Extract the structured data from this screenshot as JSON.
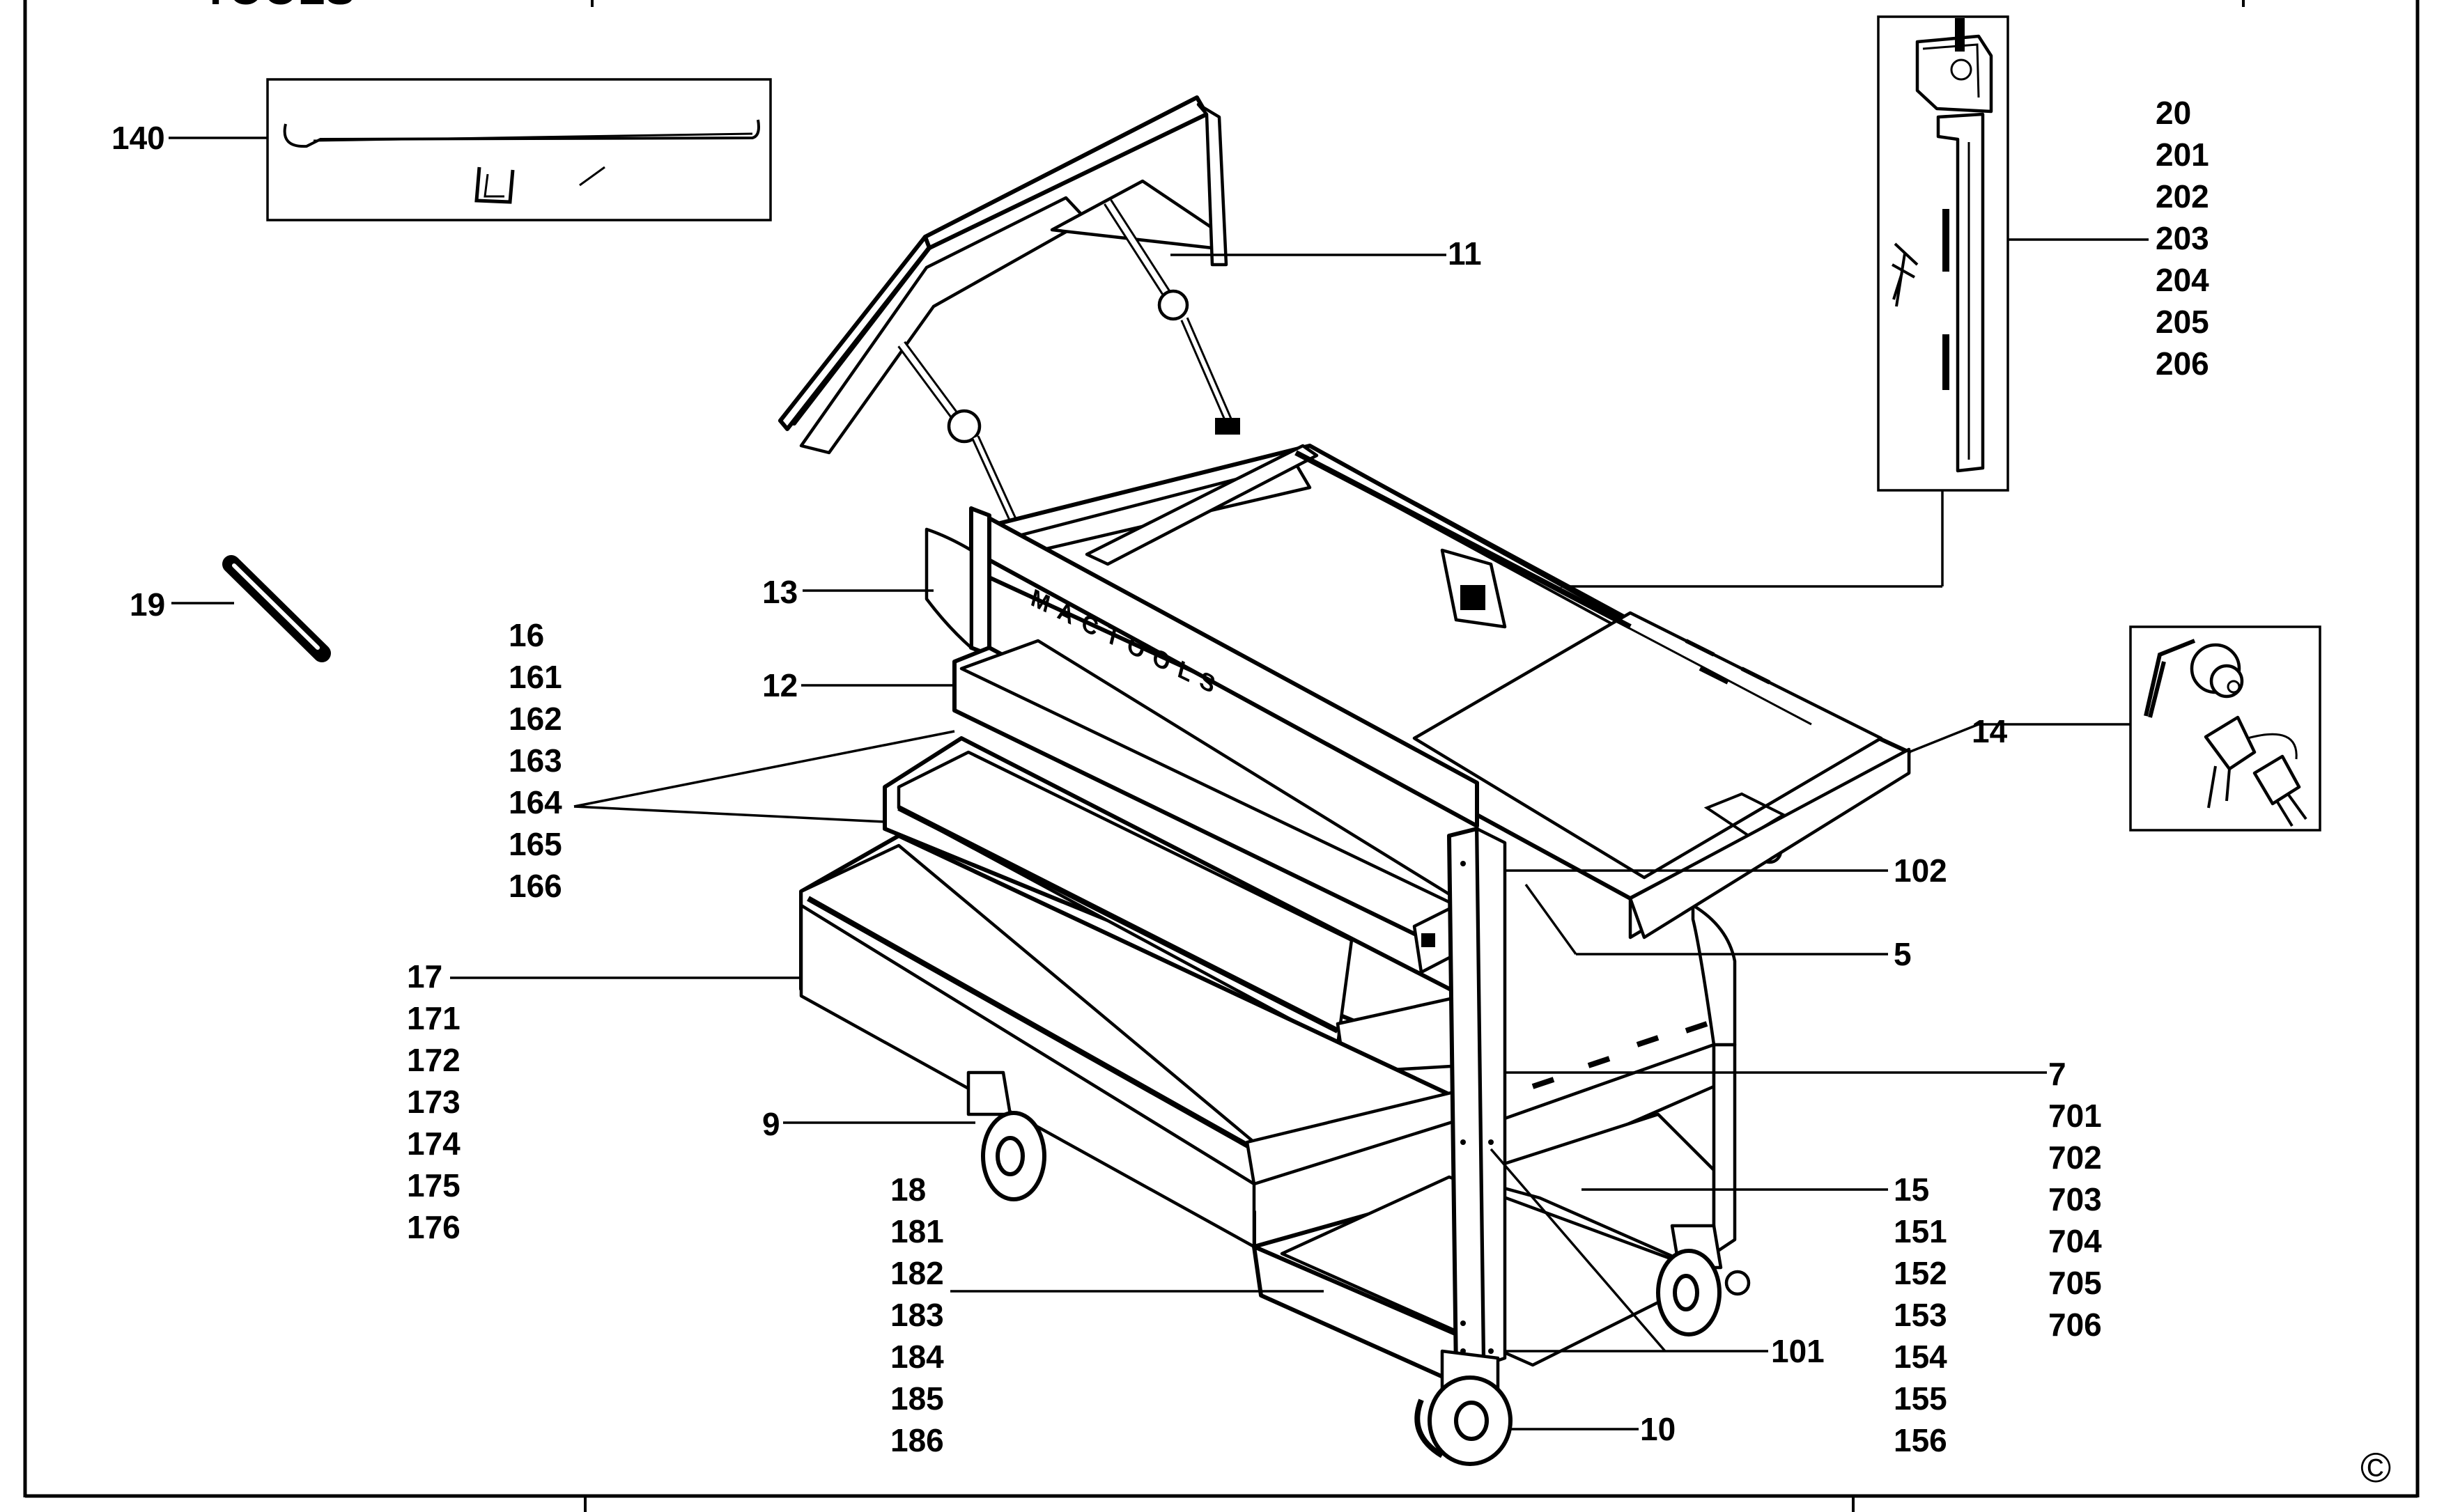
{
  "header": {
    "brand_fragment": "TOOLS"
  },
  "diagram": {
    "brand_on_cart": "MACTOOLS",
    "copyright_symbol": "©",
    "callouts": [
      {
        "id": "c140",
        "lines": [
          "140"
        ]
      },
      {
        "id": "c19",
        "lines": [
          "19"
        ]
      },
      {
        "id": "c13",
        "lines": [
          "13"
        ]
      },
      {
        "id": "c12",
        "lines": [
          "12"
        ]
      },
      {
        "id": "c16",
        "lines": [
          "16",
          "161",
          "162",
          "163",
          "164",
          "165",
          "166"
        ]
      },
      {
        "id": "c17",
        "lines": [
          "17",
          "171",
          "172",
          "173",
          "174",
          "175",
          "176"
        ]
      },
      {
        "id": "c9",
        "lines": [
          "9"
        ]
      },
      {
        "id": "c18",
        "lines": [
          "18",
          "181",
          "182",
          "183",
          "184",
          "185",
          "186"
        ]
      },
      {
        "id": "c11",
        "lines": [
          "11"
        ]
      },
      {
        "id": "c20",
        "lines": [
          "20",
          "201",
          "202",
          "203",
          "204",
          "205",
          "206"
        ]
      },
      {
        "id": "c14",
        "lines": [
          "14"
        ]
      },
      {
        "id": "c102",
        "lines": [
          "102"
        ]
      },
      {
        "id": "c5",
        "lines": [
          "5"
        ]
      },
      {
        "id": "c7",
        "lines": [
          "7",
          "701",
          "702",
          "703",
          "704",
          "705",
          "706"
        ]
      },
      {
        "id": "c15",
        "lines": [
          "15",
          "151",
          "152",
          "153",
          "154",
          "155",
          "156"
        ]
      },
      {
        "id": "c101",
        "lines": [
          "101"
        ]
      },
      {
        "id": "c10",
        "lines": [
          "10"
        ]
      }
    ]
  }
}
